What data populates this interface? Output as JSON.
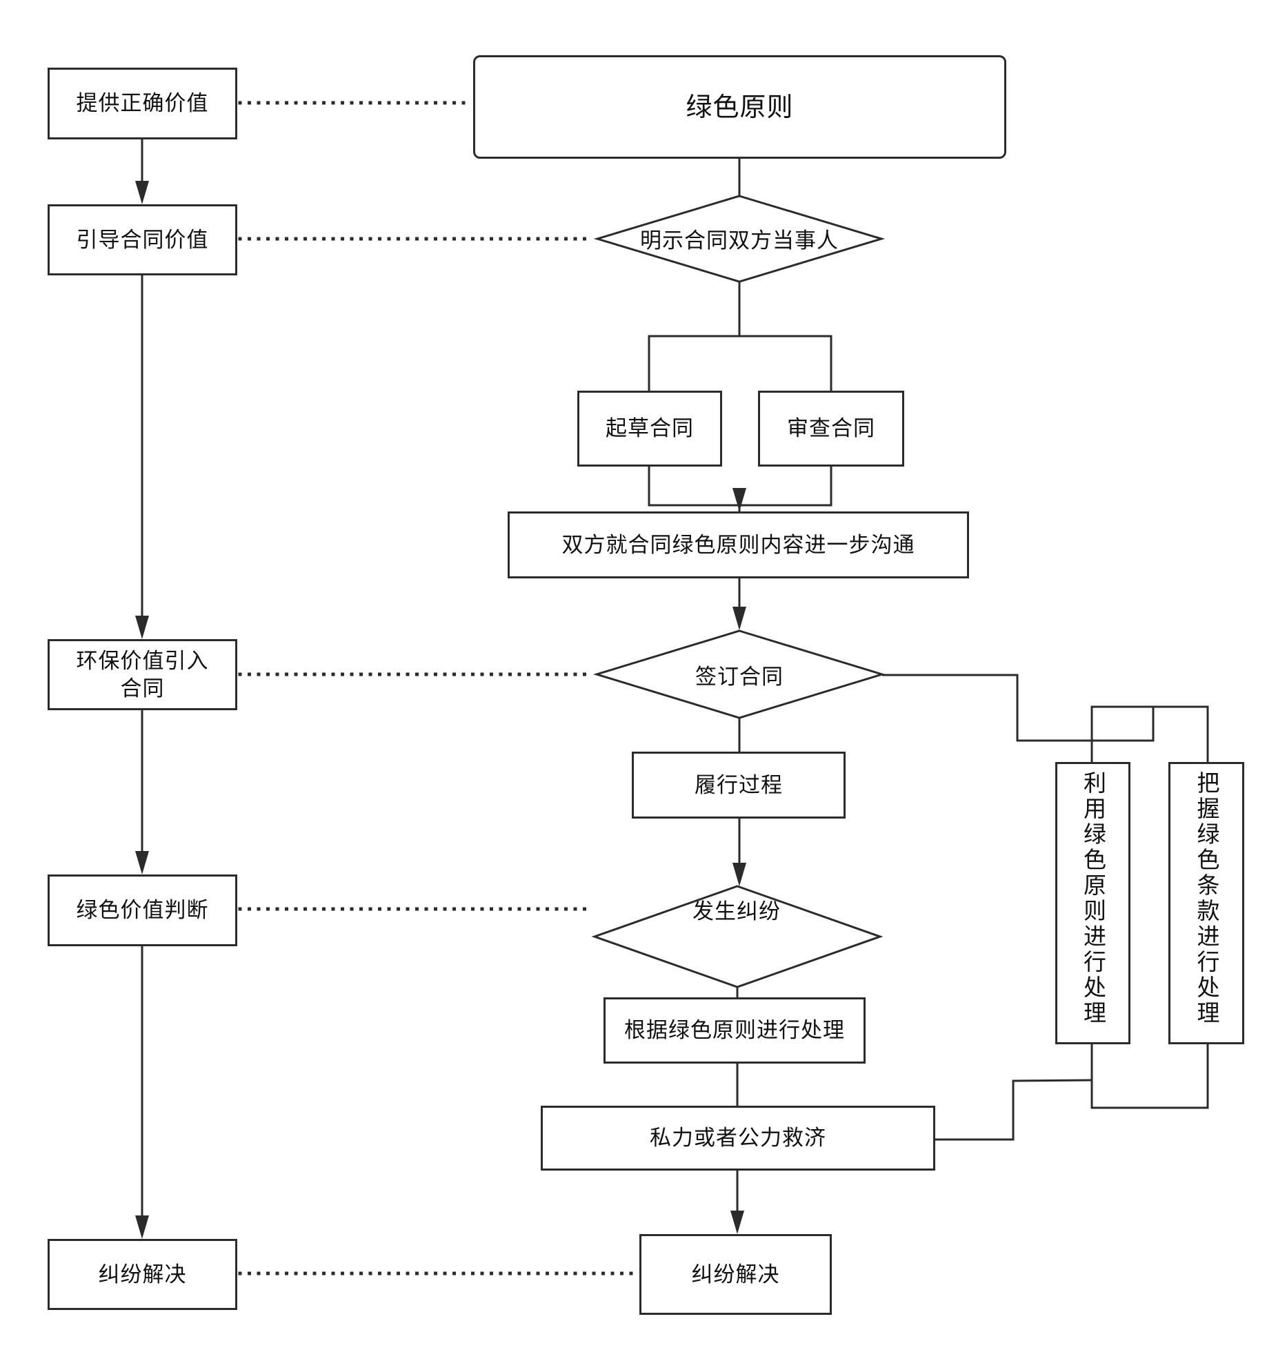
{
  "diagram": {
    "left_column": [
      {
        "id": "provide_value",
        "label": "提供正确价值"
      },
      {
        "id": "guide_value",
        "label": "引导合同价值"
      },
      {
        "id": "eco_value",
        "label": "环保价值引入\n合同"
      },
      {
        "id": "green_judgement",
        "label": "绿色价值判断"
      },
      {
        "id": "dispute_resolved_left",
        "label": "纠纷解决"
      }
    ],
    "main_flow": {
      "principle": {
        "label": "绿色原则"
      },
      "clarify_parties": {
        "label": "明示合同双方当事人"
      },
      "draft_contract": {
        "label": "起草合同"
      },
      "review_contract": {
        "label": "审查合同"
      },
      "further_communication": {
        "label": "双方就合同绿色原则内容进一步沟通"
      },
      "sign_contract": {
        "label": "签订合同"
      },
      "performance": {
        "label": "履行过程"
      },
      "dispute_occurs": {
        "label": "发生纠纷"
      },
      "handle_by_principle": {
        "label": "根据绿色原则进行处理"
      },
      "remedy": {
        "label": "私力或者公力救济"
      },
      "dispute_resolved": {
        "label": "纠纷解决"
      }
    },
    "side_branch": [
      {
        "id": "use_principle",
        "label": "利用绿色原则进行处理"
      },
      {
        "id": "grasp_clause",
        "label": "把握绿色条款进行处理"
      }
    ],
    "colors": {
      "stroke": "#2b2b2b",
      "background": "#ffffff",
      "text": "#111111"
    }
  }
}
